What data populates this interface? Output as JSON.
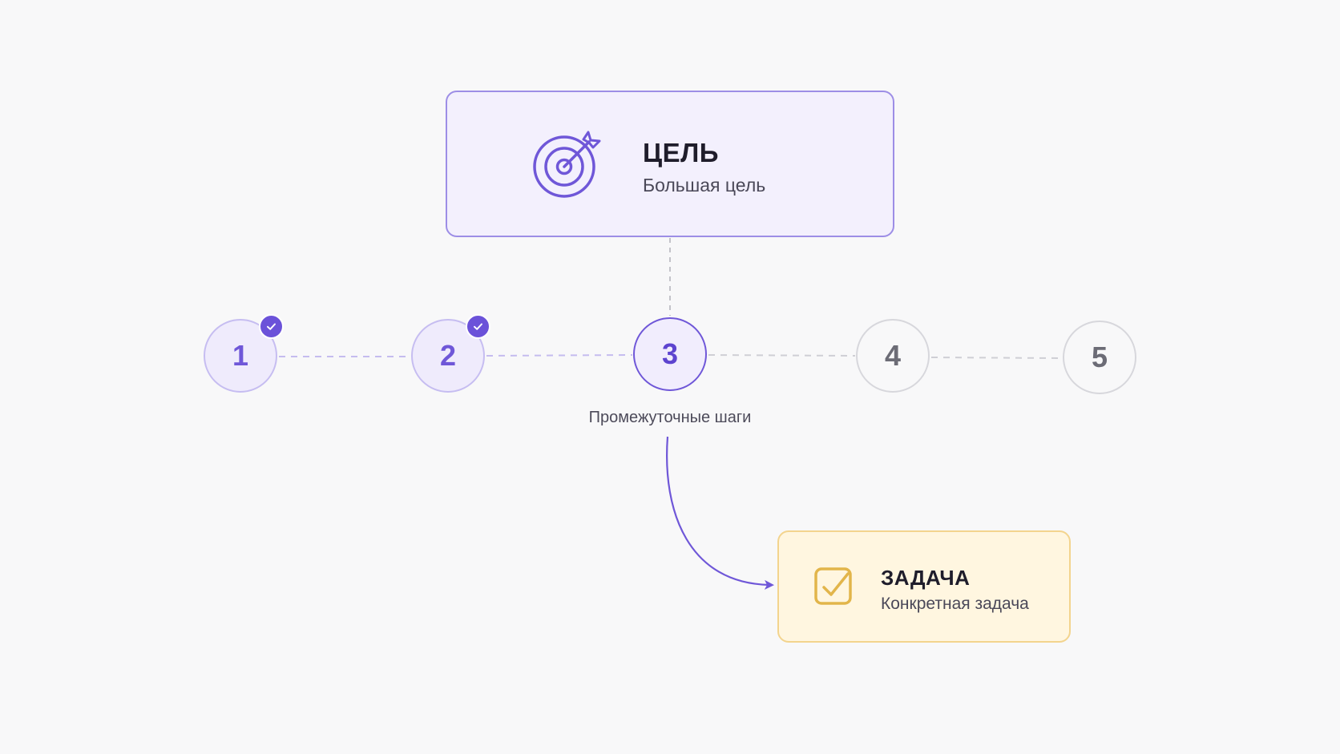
{
  "goal": {
    "title": "ЦЕЛЬ",
    "subtitle": "Большая цель",
    "icon": "target-icon"
  },
  "steps": [
    {
      "label": "1",
      "status": "done"
    },
    {
      "label": "2",
      "status": "done"
    },
    {
      "label": "3",
      "status": "active"
    },
    {
      "label": "4",
      "status": "todo"
    },
    {
      "label": "5",
      "status": "todo"
    }
  ],
  "steps_caption": "Промежуточные шаги",
  "task": {
    "title": "ЗАДАЧА",
    "subtitle": "Конкретная задача",
    "icon": "checkbox-icon"
  },
  "colors": {
    "accent": "#6f57d8",
    "goal_bg": "#f3f0fd",
    "task_bg": "#fff6e0",
    "task_accent": "#e2b54a",
    "pending": "#d7d7dc"
  }
}
